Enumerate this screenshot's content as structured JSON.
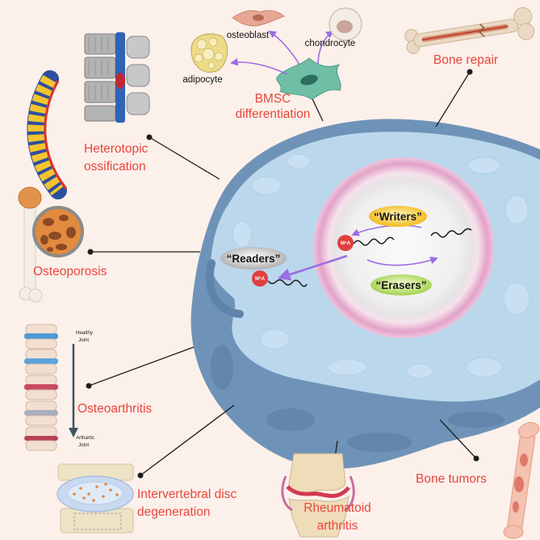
{
  "bmsc": {
    "title": [
      "BMSC",
      "differentiation"
    ],
    "osteoblast": "osteoblast",
    "chondrocyte": "chondrocyte",
    "adipocyte": "adipocyte"
  },
  "diseases": {
    "bone_repair": "Bone repair",
    "heterotopic_ossification": [
      "Heterotopic",
      "ossification"
    ],
    "osteoporosis": "Osteoporosis",
    "osteoarthritis": "Osteoarthritis",
    "intervertebral_disc_degeneration": [
      "Intervertebral disc",
      "degeneration"
    ],
    "rheumatoid_arthritis": [
      "Rheumatoid",
      "arthritis"
    ],
    "bone_tumors": "Bone tumors"
  },
  "joint_scale": {
    "start": [
      "Healthy",
      "Joint"
    ],
    "end": [
      "Arthartic",
      "Joint"
    ]
  },
  "m6a": {
    "writers": "“Writers”",
    "readers": "“Readers”",
    "erasers": "“Erasers”",
    "mark": "M⁶A"
  },
  "colors": {
    "label_red": "#e8463c",
    "arrow_purple": "#9c6de3",
    "background": "#fcf0ea",
    "cytoplasm_blue": "#bad7ec"
  }
}
